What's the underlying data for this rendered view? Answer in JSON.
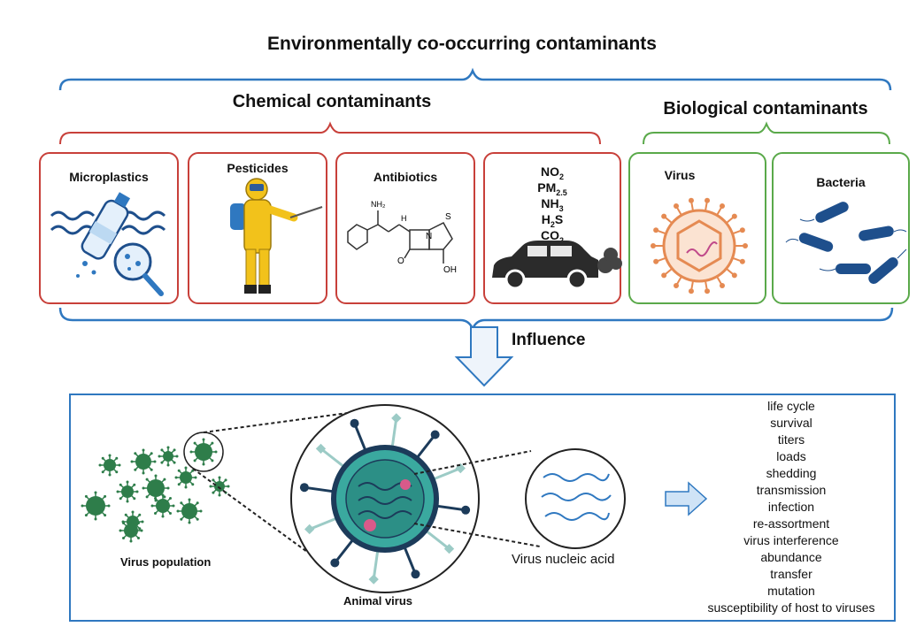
{
  "titles": {
    "main": "Environmentally co-occurring contaminants",
    "chemical": "Chemical contaminants",
    "biological": "Biological contaminants"
  },
  "cards": {
    "microplastics": "Microplastics",
    "pesticides": "Pesticides",
    "antibiotics": "Antibiotics",
    "virus": "Virus",
    "bacteria": "Bacteria"
  },
  "air_pollutants": {
    "no2": "NO",
    "no2_sub": "2",
    "pm": "PM",
    "pm_sub": "2.5",
    "nh3": "NH",
    "nh3_sub": "3",
    "h2s_h": "H",
    "h2s_sub": "2",
    "h2s_s": "S",
    "co2": "CO",
    "co2_sub": "2"
  },
  "antibiotic_labels": {
    "nh2": "NH₂",
    "h": "H",
    "s": "S",
    "n": "N",
    "o": "O",
    "oh": "OH"
  },
  "influence": "Influence",
  "bottom": {
    "virus_population": "Virus population",
    "animal_virus": "Animal virus",
    "nucleic_acid": "Virus nucleic acid",
    "effects": [
      "life cycle",
      "survival",
      "titers",
      "loads",
      "shedding",
      "transmission",
      "infection",
      "re-assortment",
      "virus interference",
      "abundance",
      "transfer",
      "mutation",
      "susceptibility of host to viruses"
    ]
  },
  "colors": {
    "blue_bracket": "#2f78c0",
    "red_bracket": "#c8403a",
    "green_bracket": "#5aa94a",
    "virus_green": "#2e7d4a",
    "pesticide_suit": "#f2c21b"
  }
}
